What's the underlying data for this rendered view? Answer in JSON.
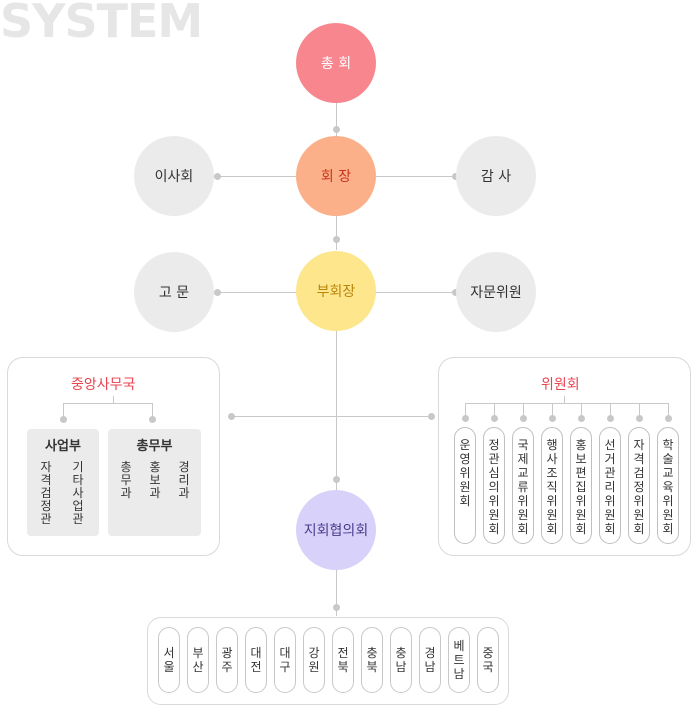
{
  "title": "SYSTEM",
  "nodes": {
    "general_assembly": "총 회",
    "president": "회 장",
    "board": "이사회",
    "auditor": "감 사",
    "vice_president": "부회장",
    "advisor": "고 문",
    "advisory_committee": "자문위원",
    "branch_council": "지회협의회"
  },
  "central_office": {
    "title": "중앙사무국",
    "business": {
      "title": "사업부",
      "items": [
        "자격검정관",
        "기타사업관"
      ]
    },
    "general_affairs": {
      "title": "총무부",
      "items": [
        "총무과",
        "홍보과",
        "경리과"
      ]
    }
  },
  "committees": {
    "title": "위원회",
    "items": [
      "운영위원회",
      "정관심의위원회",
      "국제교류위원회",
      "행사조직위원회",
      "홍보편집위원회",
      "선거관리위원회",
      "자격검정위원회",
      "학술교육위원회"
    ]
  },
  "branches": [
    "서울",
    "부산",
    "광주",
    "대전",
    "대구",
    "강원",
    "전북",
    "충북",
    "충남",
    "경남",
    "베트남",
    "중국"
  ],
  "colors": {
    "general_assembly": "#f7868f",
    "president": "#fbb08a",
    "vice_president": "#fde68c",
    "branch_council": "#d8d2fa",
    "accent_red": "#e8434f",
    "president_text": "#c8351c",
    "vice_text": "#b8860b",
    "branch_text": "#4b3a8c"
  }
}
